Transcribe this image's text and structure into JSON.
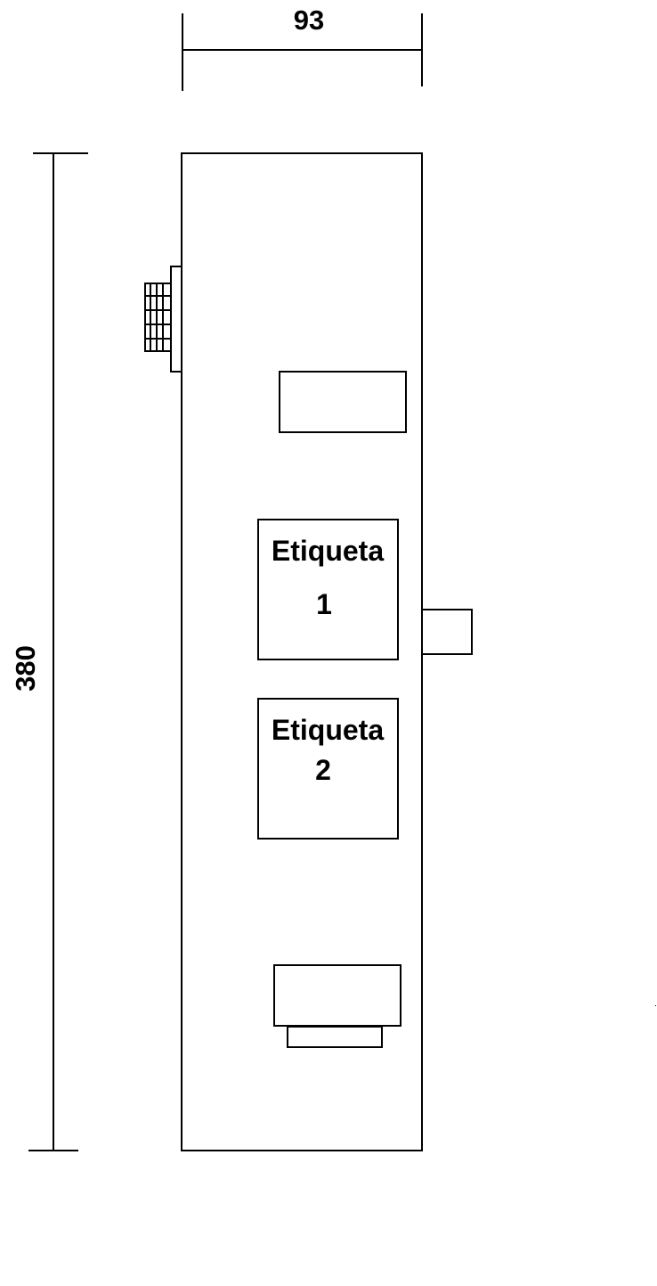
{
  "dimensions": {
    "width_label": "93",
    "height_label": "380"
  },
  "labels": {
    "label1": {
      "title": "Etiqueta",
      "number": "1"
    },
    "label2": {
      "title": "Etiqueta",
      "number": "2"
    }
  }
}
